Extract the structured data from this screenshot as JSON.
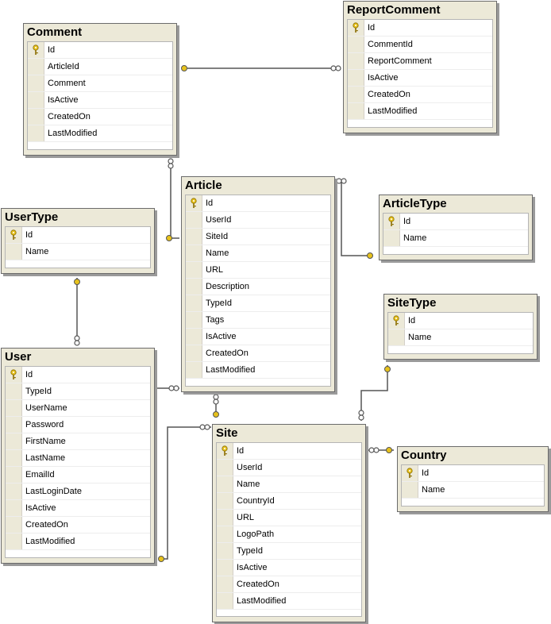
{
  "tables": {
    "comment": {
      "title": "Comment",
      "columns": [
        "Id",
        "ArticleId",
        "Comment",
        "IsActive",
        "CreatedOn",
        "LastModified"
      ]
    },
    "reportcomment": {
      "title": "ReportComment",
      "columns": [
        "Id",
        "CommentId",
        "ReportComment",
        "IsActive",
        "CreatedOn",
        "LastModified"
      ]
    },
    "article": {
      "title": "Article",
      "columns": [
        "Id",
        "UserId",
        "SiteId",
        "Name",
        "URL",
        "Description",
        "TypeId",
        "Tags",
        "IsActive",
        "CreatedOn",
        "LastModified"
      ]
    },
    "articletype": {
      "title": "ArticleType",
      "columns": [
        "Id",
        "Name"
      ]
    },
    "usertype": {
      "title": "UserType",
      "columns": [
        "Id",
        "Name"
      ]
    },
    "sitetype": {
      "title": "SiteType",
      "columns": [
        "Id",
        "Name"
      ]
    },
    "user": {
      "title": "User",
      "columns": [
        "Id",
        "TypeId",
        "UserName",
        "Password",
        "FirstName",
        "LastName",
        "EmailId",
        "LastLoginDate",
        "IsActive",
        "CreatedOn",
        "LastModified"
      ]
    },
    "site": {
      "title": "Site",
      "columns": [
        "Id",
        "UserId",
        "Name",
        "CountryId",
        "URL",
        "LogoPath",
        "TypeId",
        "IsActive",
        "CreatedOn",
        "LastModified"
      ]
    },
    "country": {
      "title": "Country",
      "columns": [
        "Id",
        "Name"
      ]
    }
  },
  "colors": {
    "header_bg": "#ece9d8",
    "connector": "#555555",
    "key_gold": "#e7c21c"
  }
}
